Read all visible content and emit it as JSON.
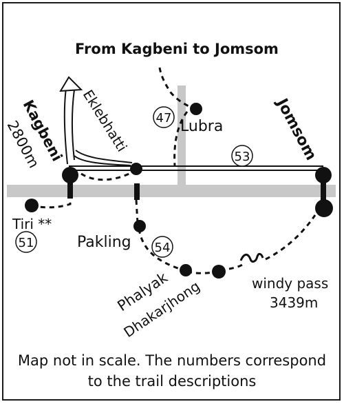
{
  "title": "From Kagbeni to Jomsom",
  "places": {
    "kagbeni": "Kagbeni",
    "kagbeni_alt": "2800m",
    "eklebhatti": "Eklebhatti",
    "lubra": "Lubra",
    "jomsom": "Jomsom",
    "tiri": "Tiri **",
    "pakling": "Pakling",
    "phalyak": "Phalyak",
    "dhakarjhong": "Dhakarjhong",
    "windy_pass": "windy pass",
    "windy_pass_alt": "3439m"
  },
  "trail_numbers": {
    "t47": "47",
    "t51": "51",
    "t53": "53",
    "t54": "54"
  },
  "footer": {
    "line1": "Map not in scale. The numbers correspond",
    "line2": "to the trail descriptions"
  },
  "colors": {
    "river": "#c8c8c8",
    "ink": "#111111",
    "frame": "#1a1a1a"
  }
}
